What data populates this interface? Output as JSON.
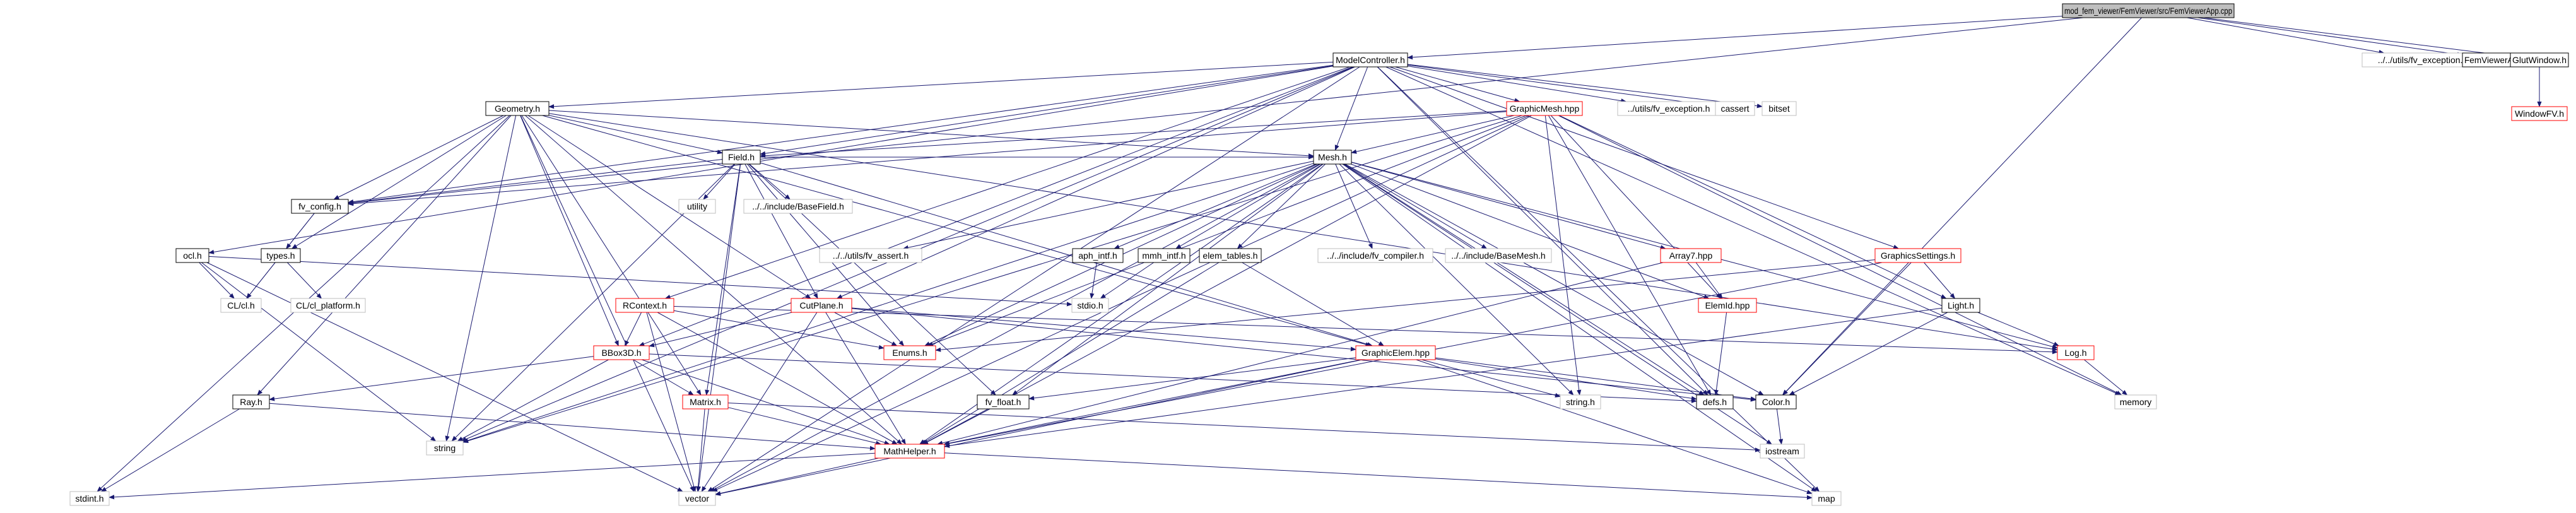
{
  "diagram": {
    "nodes": [
      {
        "id": "root",
        "label": "mod_fem_viewer/FemViewer/src/FemViewerApp.cpp",
        "style": "root"
      },
      {
        "id": "modelcontroller",
        "label": "ModelController.h",
        "style": "normal"
      },
      {
        "id": "fvexc_a",
        "label": "../../utils/fv_exception.h",
        "style": "external"
      },
      {
        "id": "femviewerapp",
        "label": "FemViewerApp.h",
        "style": "normal"
      },
      {
        "id": "glutwindow",
        "label": "GlutWindow.h",
        "style": "normal"
      },
      {
        "id": "windowfv",
        "label": "WindowFV.h",
        "style": "truncated"
      },
      {
        "id": "geometry",
        "label": "Geometry.h",
        "style": "normal"
      },
      {
        "id": "graphicmesh",
        "label": "GraphicMesh.hpp",
        "style": "truncated"
      },
      {
        "id": "fvexc_b",
        "label": "../utils/fv_exception.h",
        "style": "external"
      },
      {
        "id": "cassert",
        "label": "cassert",
        "style": "external"
      },
      {
        "id": "bitset",
        "label": "bitset",
        "style": "external"
      },
      {
        "id": "field",
        "label": "Field.h",
        "style": "normal"
      },
      {
        "id": "includebasefield",
        "label": "../../include/BaseField.h",
        "style": "external"
      },
      {
        "id": "utility",
        "label": "utility",
        "style": "external"
      },
      {
        "id": "fvconfig",
        "label": "fv_config.h",
        "style": "normal"
      },
      {
        "id": "typesh",
        "label": "types.h",
        "style": "normal"
      },
      {
        "id": "clplatform",
        "label": "CL/cl_platform.h",
        "style": "external"
      },
      {
        "id": "clclh",
        "label": "CL/cl.h",
        "style": "external"
      },
      {
        "id": "oclh",
        "label": "ocl.h",
        "style": "normal"
      },
      {
        "id": "meshh",
        "label": "Mesh.h",
        "style": "normal"
      },
      {
        "id": "fvassert",
        "label": "../../utils/fv_assert.h",
        "style": "external"
      },
      {
        "id": "apiintf",
        "label": "aph_intf.h",
        "style": "normal"
      },
      {
        "id": "mmhintf",
        "label": "mmh_intf.h",
        "style": "normal"
      },
      {
        "id": "elemtables",
        "label": "elem_tables.h",
        "style": "normal"
      },
      {
        "id": "fvcompiler",
        "label": "../../include/fv_compiler.h",
        "style": "external"
      },
      {
        "id": "basemesh",
        "label": "../../include/BaseMesh.h",
        "style": "external"
      },
      {
        "id": "array7",
        "label": "Array7.hpp",
        "style": "truncated"
      },
      {
        "id": "elemid",
        "label": "ElemId.hpp",
        "style": "truncated"
      },
      {
        "id": "graphicssettings",
        "label": "GraphicsSettings.h",
        "style": "truncated"
      },
      {
        "id": "lighth",
        "label": "Light.h",
        "style": "normal"
      },
      {
        "id": "logh",
        "label": "Log.h",
        "style": "truncated"
      },
      {
        "id": "stdioh",
        "label": "stdio.h",
        "style": "external"
      },
      {
        "id": "cutplane",
        "label": "CutPlane.h",
        "style": "truncated"
      },
      {
        "id": "rcontext",
        "label": "RContext.h",
        "style": "truncated"
      },
      {
        "id": "bbox3d",
        "label": "BBox3D.h",
        "style": "truncated"
      },
      {
        "id": "enumsh",
        "label": "Enums.h",
        "style": "truncated"
      },
      {
        "id": "graphicelem",
        "label": "GraphicElem.hpp",
        "style": "truncated"
      },
      {
        "id": "matrixh",
        "label": "Matrix.h",
        "style": "truncated"
      },
      {
        "id": "rayh",
        "label": "Ray.h",
        "style": "normal"
      },
      {
        "id": "stringn",
        "label": "string",
        "style": "external"
      },
      {
        "id": "fvfloat",
        "label": "fv_float.h",
        "style": "normal"
      },
      {
        "id": "stringh",
        "label": "string.h",
        "style": "external"
      },
      {
        "id": "defsh",
        "label": "defs.h",
        "style": "normal"
      },
      {
        "id": "colorh",
        "label": "Color.h",
        "style": "normal"
      },
      {
        "id": "mathhelper",
        "label": "MathHelper.h",
        "style": "truncated"
      },
      {
        "id": "iostream",
        "label": "iostream",
        "style": "external"
      },
      {
        "id": "memory",
        "label": "memory",
        "style": "external"
      },
      {
        "id": "stdinth",
        "label": "stdint.h",
        "style": "external"
      },
      {
        "id": "vector",
        "label": "vector",
        "style": "external"
      },
      {
        "id": "map",
        "label": "map",
        "style": "external"
      }
    ],
    "edges": [
      [
        "root",
        "modelcontroller"
      ],
      [
        "root",
        "fvexc_a"
      ],
      [
        "root",
        "femviewerapp"
      ],
      [
        "root",
        "glutwindow"
      ],
      [
        "root",
        "colorh"
      ],
      [
        "root",
        "fvconfig"
      ],
      [
        "glutwindow",
        "windowfv"
      ],
      [
        "modelcontroller",
        "geometry"
      ],
      [
        "modelcontroller",
        "graphicmesh"
      ],
      [
        "modelcontroller",
        "fvexc_b"
      ],
      [
        "modelcontroller",
        "cassert"
      ],
      [
        "modelcontroller",
        "bitset"
      ],
      [
        "modelcontroller",
        "field"
      ],
      [
        "modelcontroller",
        "meshh"
      ],
      [
        "modelcontroller",
        "oclh"
      ],
      [
        "modelcontroller",
        "graphicssettings"
      ],
      [
        "modelcontroller",
        "rcontext"
      ],
      [
        "modelcontroller",
        "bbox3d"
      ],
      [
        "modelcontroller",
        "cutplane"
      ],
      [
        "modelcontroller",
        "stringn"
      ],
      [
        "modelcontroller",
        "vector"
      ],
      [
        "modelcontroller",
        "map"
      ],
      [
        "modelcontroller",
        "memory"
      ],
      [
        "modelcontroller",
        "defsh"
      ],
      [
        "modelcontroller",
        "fvconfig"
      ],
      [
        "geometry",
        "field"
      ],
      [
        "geometry",
        "meshh"
      ],
      [
        "geometry",
        "fvconfig"
      ],
      [
        "geometry",
        "typesh"
      ],
      [
        "geometry",
        "rayh"
      ],
      [
        "geometry",
        "bbox3d"
      ],
      [
        "geometry",
        "matrixh"
      ],
      [
        "geometry",
        "stringn"
      ],
      [
        "geometry",
        "vector"
      ],
      [
        "geometry",
        "stdinth"
      ],
      [
        "geometry",
        "graphicelem"
      ],
      [
        "geometry",
        "logh"
      ],
      [
        "geometry",
        "mathhelper"
      ],
      [
        "geometry",
        "cutplane"
      ],
      [
        "graphicmesh",
        "field"
      ],
      [
        "graphicmesh",
        "meshh"
      ],
      [
        "graphicmesh",
        "enumsh"
      ],
      [
        "graphicmesh",
        "lighth"
      ],
      [
        "graphicmesh",
        "memory"
      ],
      [
        "graphicmesh",
        "stringh"
      ],
      [
        "graphicmesh",
        "defsh"
      ],
      [
        "graphicmesh",
        "mathhelper"
      ],
      [
        "graphicmesh",
        "vector"
      ],
      [
        "graphicmesh",
        "elemid"
      ],
      [
        "graphicmesh",
        "fvconfig"
      ],
      [
        "graphicmesh",
        "stringn"
      ],
      [
        "field",
        "includebasefield"
      ],
      [
        "field",
        "utility"
      ],
      [
        "field",
        "fvconfig"
      ],
      [
        "field",
        "meshh"
      ],
      [
        "field",
        "cutplane"
      ],
      [
        "field",
        "graphicelem"
      ],
      [
        "field",
        "stringn"
      ],
      [
        "field",
        "vector"
      ],
      [
        "field",
        "fvfloat"
      ],
      [
        "field",
        "matrixh"
      ],
      [
        "field",
        "enumsh"
      ],
      [
        "fvconfig",
        "typesh"
      ],
      [
        "fvconfig",
        "clclh"
      ],
      [
        "typesh",
        "clplatform"
      ],
      [
        "typesh",
        "clclh"
      ],
      [
        "oclh",
        "clclh"
      ],
      [
        "oclh",
        "stdioh"
      ],
      [
        "oclh",
        "stringn"
      ],
      [
        "oclh",
        "vector"
      ],
      [
        "meshh",
        "fvassert"
      ],
      [
        "meshh",
        "apiintf"
      ],
      [
        "meshh",
        "mmhintf"
      ],
      [
        "meshh",
        "elemtables"
      ],
      [
        "meshh",
        "fvcompiler"
      ],
      [
        "meshh",
        "basemesh"
      ],
      [
        "meshh",
        "array7"
      ],
      [
        "meshh",
        "elemid"
      ],
      [
        "meshh",
        "logh"
      ],
      [
        "meshh",
        "stringn"
      ],
      [
        "meshh",
        "enumsh"
      ],
      [
        "meshh",
        "fvfloat"
      ],
      [
        "meshh",
        "mathhelper"
      ],
      [
        "meshh",
        "colorh"
      ],
      [
        "meshh",
        "stringh"
      ],
      [
        "meshh",
        "defsh"
      ],
      [
        "meshh",
        "map"
      ],
      [
        "meshh",
        "vector"
      ],
      [
        "meshh",
        "iostream"
      ],
      [
        "apiintf",
        "stdioh"
      ],
      [
        "mmhintf",
        "stdioh"
      ],
      [
        "elemtables",
        "graphicelem"
      ],
      [
        "elemtables",
        "mathhelper"
      ],
      [
        "array7",
        "elemid"
      ],
      [
        "array7",
        "mathhelper"
      ],
      [
        "elemid",
        "defsh"
      ],
      [
        "graphicssettings",
        "lighth"
      ],
      [
        "graphicssettings",
        "enumsh"
      ],
      [
        "graphicssettings",
        "colorh"
      ],
      [
        "graphicssettings",
        "mathhelper"
      ],
      [
        "lighth",
        "logh"
      ],
      [
        "lighth",
        "colorh"
      ],
      [
        "lighth",
        "mathhelper"
      ],
      [
        "logh",
        "memory"
      ],
      [
        "cutplane",
        "bbox3d"
      ],
      [
        "cutplane",
        "enumsh"
      ],
      [
        "cutplane",
        "graphicelem"
      ],
      [
        "cutplane",
        "mathhelper"
      ],
      [
        "cutplane",
        "vector"
      ],
      [
        "cutplane",
        "colorh"
      ],
      [
        "rcontext",
        "bbox3d"
      ],
      [
        "rcontext",
        "enumsh"
      ],
      [
        "rcontext",
        "logh"
      ],
      [
        "rcontext",
        "vector"
      ],
      [
        "rcontext",
        "mathhelper"
      ],
      [
        "bbox3d",
        "rayh"
      ],
      [
        "bbox3d",
        "matrixh"
      ],
      [
        "bbox3d",
        "stringn"
      ],
      [
        "bbox3d",
        "defsh"
      ],
      [
        "bbox3d",
        "mathhelper"
      ],
      [
        "graphicelem",
        "fvfloat"
      ],
      [
        "graphicelem",
        "stringh"
      ],
      [
        "graphicelem",
        "defsh"
      ],
      [
        "graphicelem",
        "mathhelper"
      ],
      [
        "graphicelem",
        "map"
      ],
      [
        "graphicelem",
        "vector"
      ],
      [
        "graphicelem",
        "colorh"
      ],
      [
        "matrixh",
        "mathhelper"
      ],
      [
        "matrixh",
        "vector"
      ],
      [
        "matrixh",
        "iostream"
      ],
      [
        "rayh",
        "mathhelper"
      ],
      [
        "rayh",
        "stdinth"
      ],
      [
        "fvfloat",
        "mathhelper"
      ],
      [
        "colorh",
        "iostream"
      ],
      [
        "mathhelper",
        "vector"
      ],
      [
        "mathhelper",
        "map"
      ],
      [
        "mathhelper",
        "stdinth"
      ]
    ]
  }
}
